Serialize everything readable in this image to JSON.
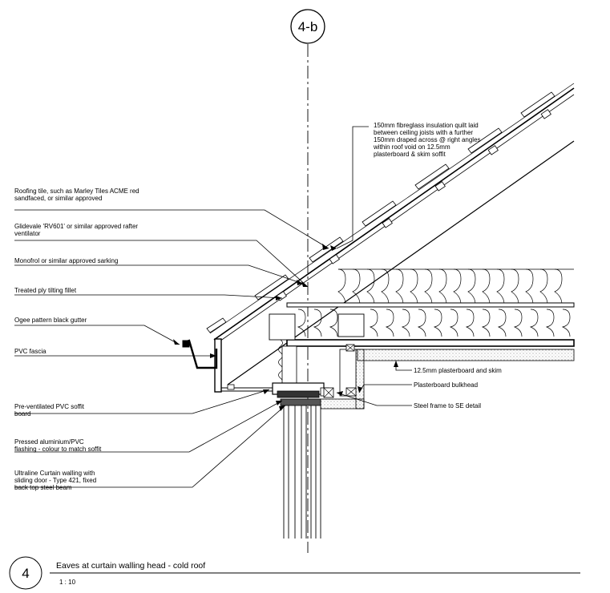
{
  "section_marker": "4-b",
  "detail": {
    "number": "4",
    "title": "Eaves at curtain walling head - cold roof",
    "scale": "1 : 10"
  },
  "annotations": {
    "insulation": [
      "150mm fibreglass insulation quilt laid",
      "between ceiling joists with a further",
      "150mm draped across @ right angles",
      "within roof void on 12.5mm",
      "plasterboard & skim soffit"
    ],
    "roofing_tile": [
      "Roofing tile, such as Marley Tiles ACME red",
      "sandfaced, or similar approved"
    ],
    "ventilator": [
      "Glidevale 'RV601' or similar approved rafter",
      "ventilator"
    ],
    "sarking": [
      "Monofrol or similar approved sarking"
    ],
    "tilting_fillet": [
      "Treated ply tilting fillet"
    ],
    "gutter": [
      "Ogee pattern black gutter"
    ],
    "fascia": [
      "PVC fascia"
    ],
    "soffit": [
      "Pre-ventilated PVC soffit",
      "board"
    ],
    "flashing": [
      "Pressed aluminium/PVC",
      "flashing - colour to match soffit"
    ],
    "curtain_walling": [
      "Ultraline Curtain walling with",
      "sliding door - Type 421, fixed",
      "back top steel beam"
    ],
    "plasterboard": [
      "12.5mm plasterboard and skim"
    ],
    "bulkhead": [
      "Plasterboard bulkhead"
    ],
    "steel_frame": [
      "Steel frame to SE detail"
    ]
  }
}
